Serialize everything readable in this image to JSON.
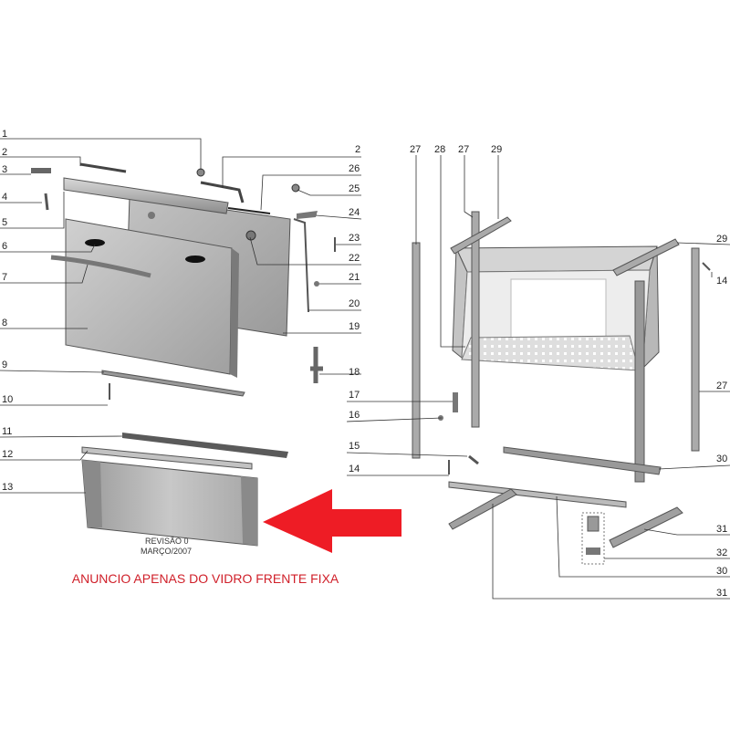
{
  "labels_left": [
    {
      "id": "l1",
      "text": "1"
    },
    {
      "id": "l2",
      "text": "2"
    },
    {
      "id": "l3",
      "text": "3"
    },
    {
      "id": "l4",
      "text": "4"
    },
    {
      "id": "l5",
      "text": "5"
    },
    {
      "id": "l6",
      "text": "6"
    },
    {
      "id": "l7",
      "text": "7"
    },
    {
      "id": "l8",
      "text": "8"
    },
    {
      "id": "l9",
      "text": "9"
    },
    {
      "id": "l10",
      "text": "10"
    },
    {
      "id": "l11",
      "text": "11"
    },
    {
      "id": "l12",
      "text": "12"
    },
    {
      "id": "l13",
      "text": "13"
    }
  ],
  "labels_mid": [
    {
      "id": "m2",
      "text": "2"
    },
    {
      "id": "m26",
      "text": "26"
    },
    {
      "id": "m25",
      "text": "25"
    },
    {
      "id": "m24",
      "text": "24"
    },
    {
      "id": "m23",
      "text": "23"
    },
    {
      "id": "m22",
      "text": "22"
    },
    {
      "id": "m21",
      "text": "21"
    },
    {
      "id": "m20",
      "text": "20"
    },
    {
      "id": "m19",
      "text": "19"
    },
    {
      "id": "m18",
      "text": "18"
    },
    {
      "id": "m17",
      "text": "17"
    },
    {
      "id": "m16",
      "text": "16"
    },
    {
      "id": "m15",
      "text": "15"
    },
    {
      "id": "m14",
      "text": "14"
    }
  ],
  "labels_top": [
    {
      "id": "t27a",
      "text": "27"
    },
    {
      "id": "t28",
      "text": "28"
    },
    {
      "id": "t27b",
      "text": "27"
    },
    {
      "id": "t29",
      "text": "29"
    }
  ],
  "labels_right": [
    {
      "id": "r29",
      "text": "29"
    },
    {
      "id": "r14",
      "text": "14"
    },
    {
      "id": "r27",
      "text": "27"
    },
    {
      "id": "r30a",
      "text": "30"
    },
    {
      "id": "r31a",
      "text": "31"
    },
    {
      "id": "r32",
      "text": "32"
    },
    {
      "id": "r30b",
      "text": "30"
    },
    {
      "id": "r31b",
      "text": "31"
    }
  ],
  "revision": {
    "line1": "REVISÃO 0",
    "line2": "MARÇO/2007"
  },
  "notice": "ANUNCIO APENAS DO VIDRO FRENTE FIXA",
  "colors": {
    "accent_red": "#ee1c25",
    "notice_text": "#d0202a",
    "part_gray": "#a8a8a8",
    "dark_gray": "#555555"
  }
}
